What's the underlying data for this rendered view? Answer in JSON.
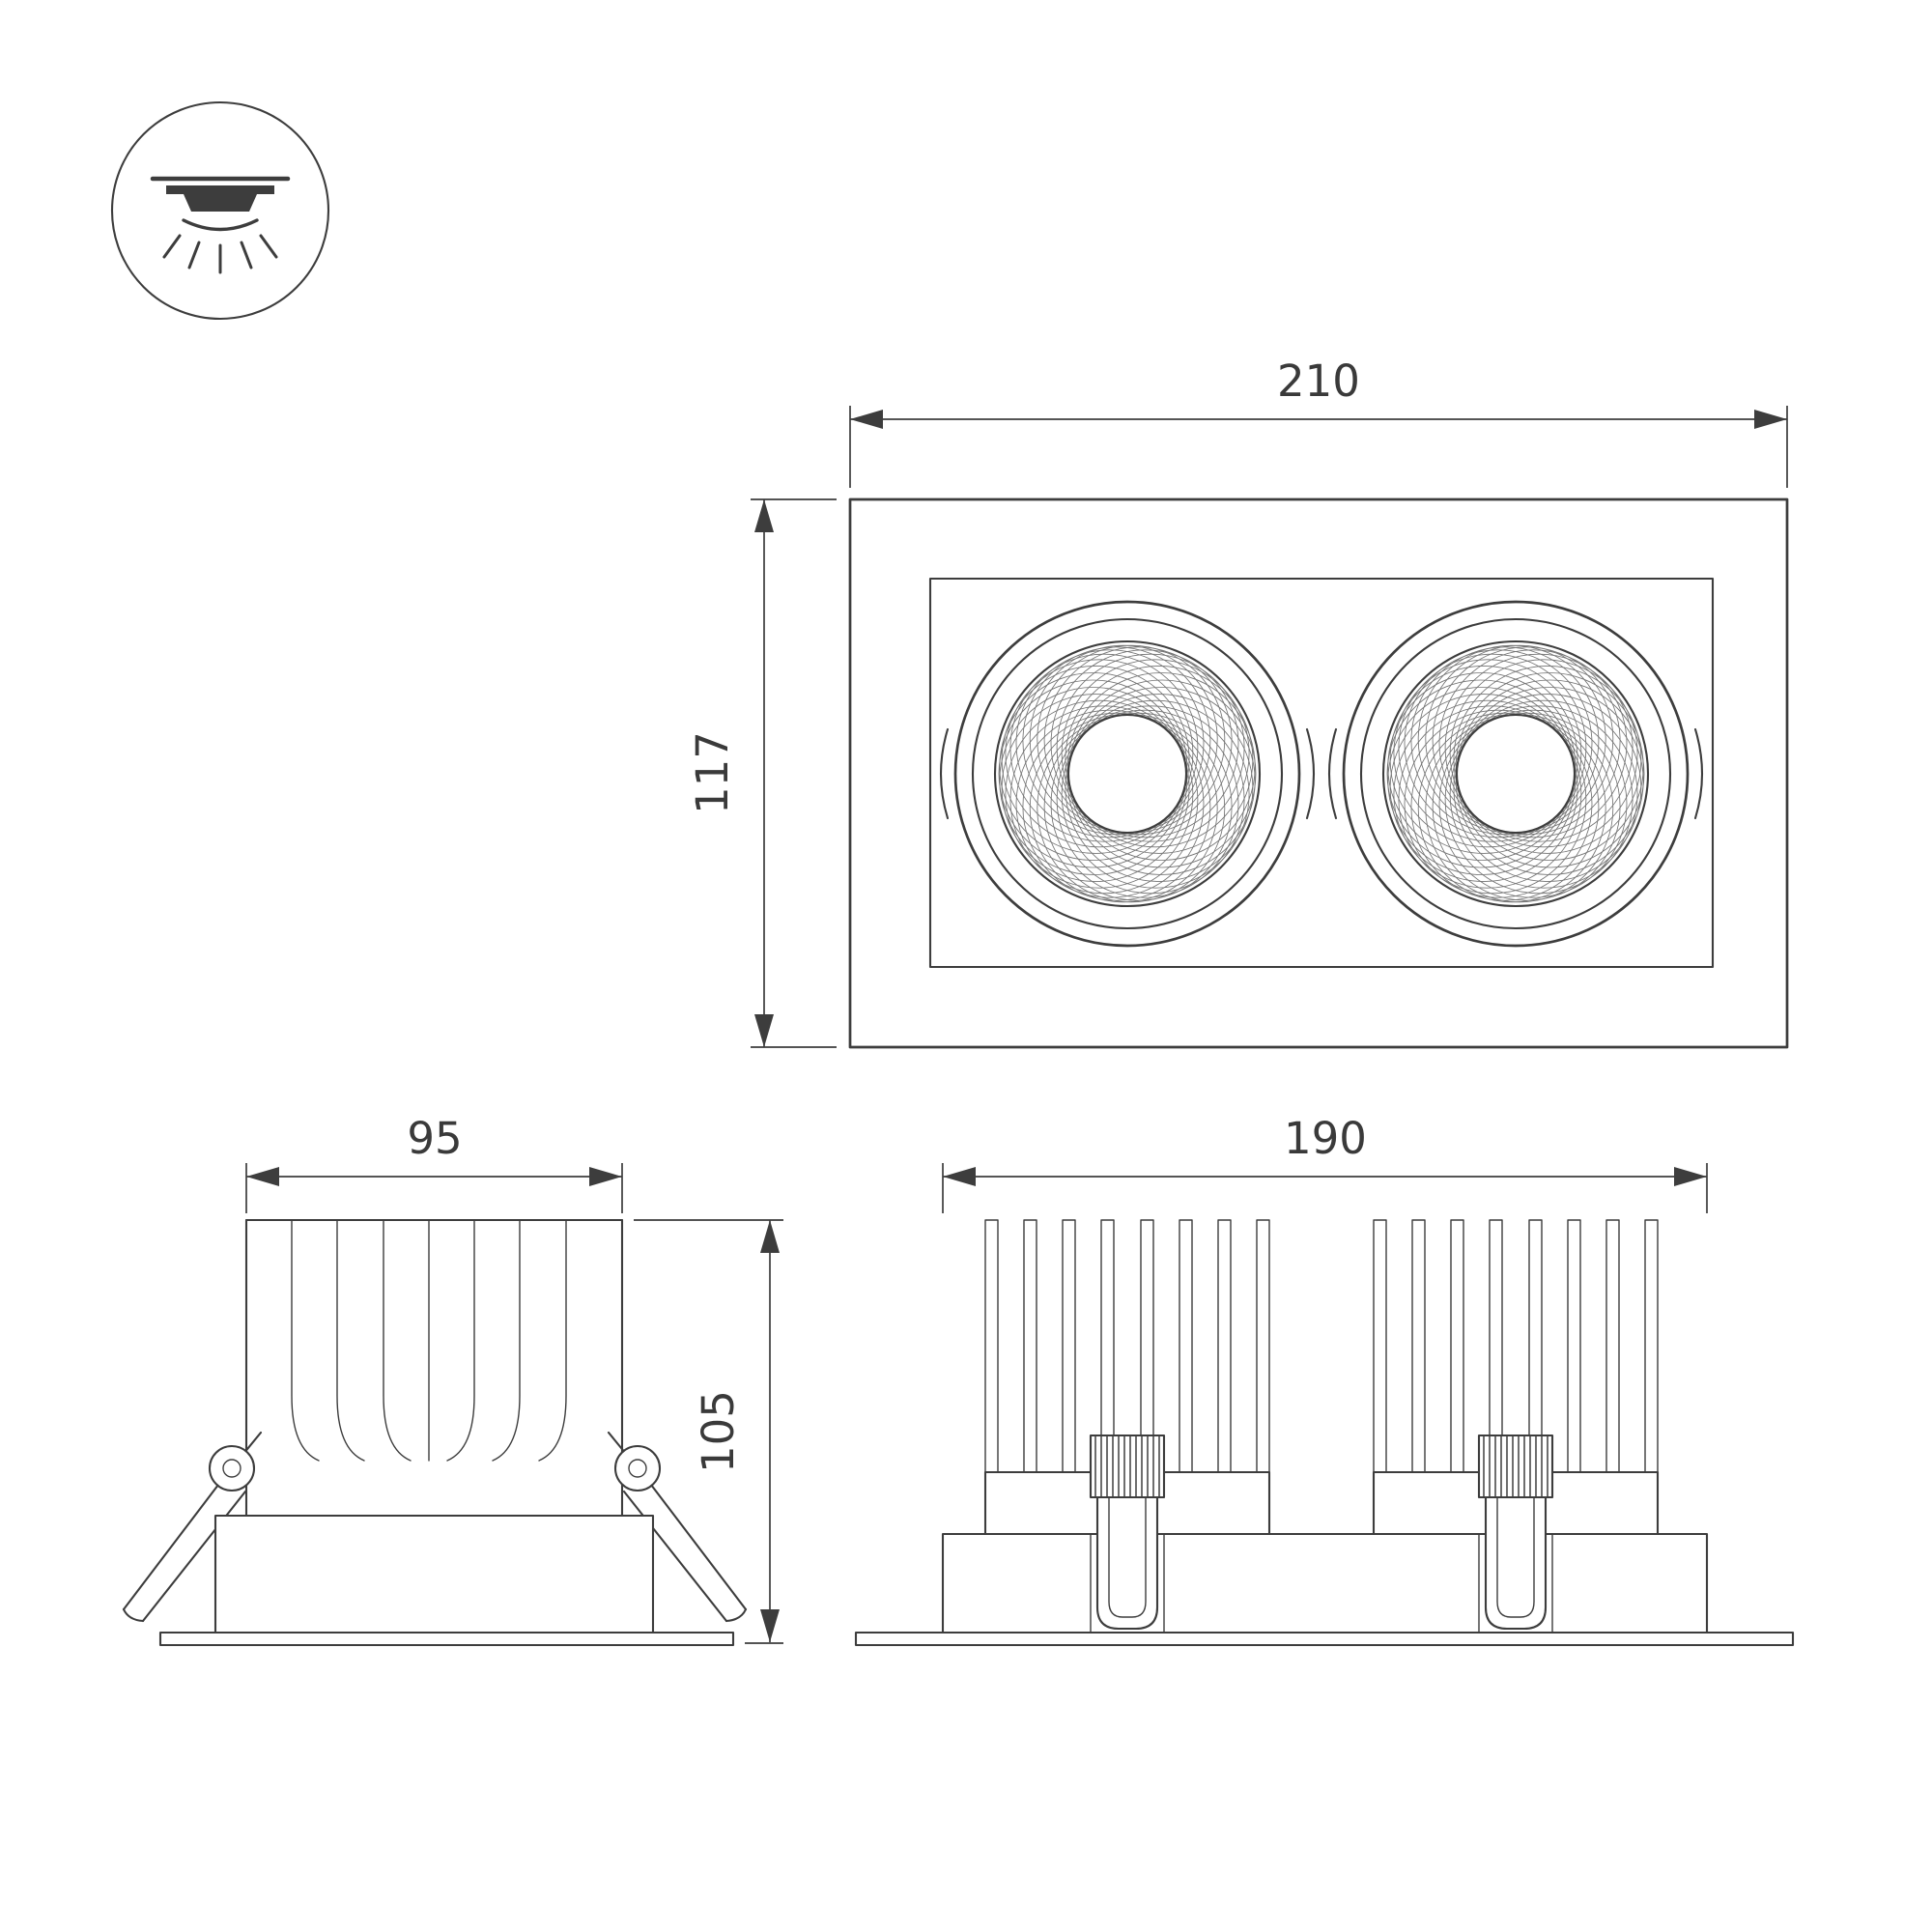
{
  "drawing": {
    "type": "technical-dimension-drawing",
    "subject": "double recessed LED downlight",
    "background": "#ffffff",
    "line_color": "#3d3d3d",
    "icon": "recessed-downlight-icon",
    "dimensions": {
      "front_width": "210",
      "front_height": "117",
      "side_width": "95",
      "side_height": "105",
      "bottom_width": "190"
    }
  }
}
